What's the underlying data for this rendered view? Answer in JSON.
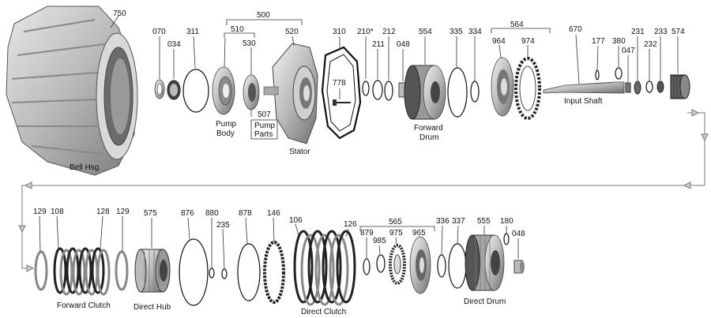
{
  "diagram": {
    "labels": {
      "l750": "750",
      "l070": "070",
      "l034": "034",
      "l311": "311",
      "l500": "500",
      "l510": "510",
      "l530": "530",
      "l520": "520",
      "l507": "507",
      "l310": "310",
      "l778": "778",
      "l210": "210*",
      "l211": "211",
      "l212": "212",
      "l048a": "048",
      "l554": "554",
      "l335": "335",
      "l334": "334",
      "l564": "564",
      "l964": "964",
      "l974": "974",
      "l670": "670",
      "l177": "177",
      "l380": "380",
      "l047": "047",
      "l231": "231",
      "l232": "232",
      "l233": "233",
      "l574": "574",
      "l129a": "129",
      "l108": "108",
      "l128": "128",
      "l129b": "129",
      "l575": "575",
      "l876": "876",
      "l880": "880",
      "l235": "235",
      "l878": "878",
      "l146": "146",
      "l106": "106",
      "l126": "126",
      "l565": "565",
      "l879": "879",
      "l985": "985",
      "l975": "975",
      "l965": "965",
      "l336": "336",
      "l337": "337",
      "l555": "555",
      "l180": "180",
      "l048b": "048"
    },
    "captions": {
      "bell": "Bell Hsg.",
      "pump_body_1": "Pump",
      "pump_body_2": "Body",
      "pump_parts_1": "Pump",
      "pump_parts_2": "Parts",
      "stator": "Stator",
      "forward_drum_1": "Forward",
      "forward_drum_2": "Drum",
      "input_shaft": "Input Shaft",
      "forward_clutch": "Forward Clutch",
      "direct_hub": "Direct Hub",
      "direct_clutch": "Direct Clutch",
      "direct_drum": "Direct Drum"
    }
  }
}
